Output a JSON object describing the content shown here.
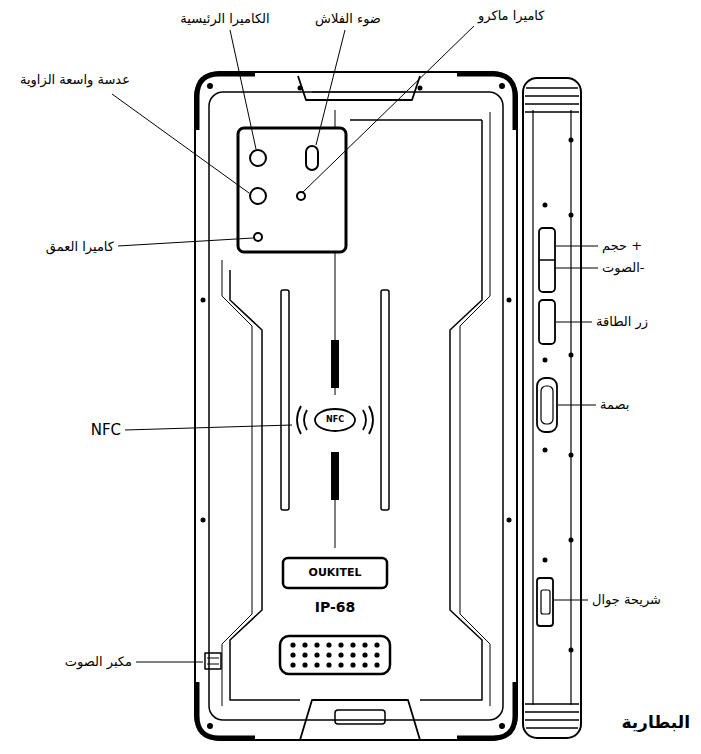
{
  "diagram": {
    "labels": [
      "كاميرا ماكرو",
      "الكاميرا الرئيسية",
      "ضوء الفلاش",
      "عدسة واسعة الزاوية",
      "كاميرا العمق",
      "+ حجم",
      "-الصوت",
      "زر الطاقة",
      "بصمة",
      "NFC",
      "NFC",
      "OUKITEL",
      "IP-68",
      "شريحة جوال",
      "مكبر الصوت",
      "البطارية"
    ]
  }
}
